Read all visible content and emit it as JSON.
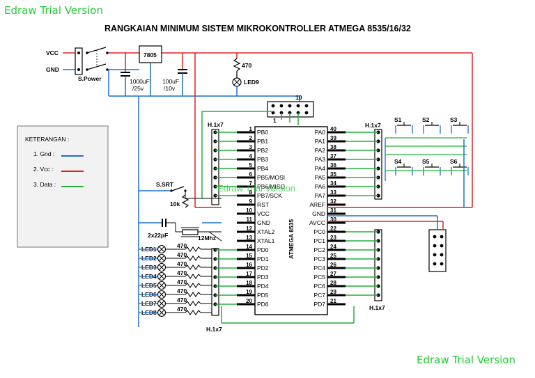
{
  "watermark": {
    "top": "Edraw Trial Version",
    "bottom": "Edraw Trial Version",
    "center": "Edraw Trial Version"
  },
  "title": "RANGKAIAN MINIMUM SISTEM MIKROKONTROLLER ATMEGA 8535/16/32",
  "power": {
    "vcc": "VCC",
    "gnd": "GND",
    "switch": "S.Power",
    "regulator": "7805",
    "cap1": [
      "1000uF",
      "/25v"
    ],
    "cap2": [
      "100uF",
      "/10v"
    ],
    "r_led": "470",
    "led": "LED9"
  },
  "legend": {
    "title": "KETERANGAN :",
    "items": [
      {
        "label": "1. Gnd :",
        "color": "#1a6fd1"
      },
      {
        "label": "2. Vcc :",
        "color": "#e02020"
      },
      {
        "label": "3. Data :",
        "color": "#22b03a"
      }
    ]
  },
  "colors": {
    "gnd": "#1a6fd1",
    "vcc": "#e02020",
    "data": "#22b03a"
  },
  "header": {
    "isp_top": "10",
    "isp_pin": "1",
    "left": "H.1x7",
    "right": "H.1x7",
    "bottom_left": "H.1x7",
    "bottom_right": "H.1x7"
  },
  "reset": {
    "switch": "S.SRT",
    "resistor": "10k"
  },
  "crystal": {
    "caps": "2x22pF",
    "xtal": "12Mhz"
  },
  "chip": {
    "name": "ATMEGA 8535",
    "left_pins": [
      {
        "num": "1",
        "name": "PB0"
      },
      {
        "num": "2",
        "name": "PB1"
      },
      {
        "num": "3",
        "name": "PB2"
      },
      {
        "num": "4",
        "name": "PB3"
      },
      {
        "num": "5",
        "name": "PB4"
      },
      {
        "num": "6",
        "name": "PB5/MOSI"
      },
      {
        "num": "7",
        "name": "PB6/MISO"
      },
      {
        "num": "8",
        "name": "PB7/SCK"
      },
      {
        "num": "9",
        "name": "RST"
      },
      {
        "num": "10",
        "name": "VCC"
      },
      {
        "num": "11",
        "name": "GND"
      },
      {
        "num": "12",
        "name": "XTAL2"
      },
      {
        "num": "13",
        "name": "XTAL1"
      },
      {
        "num": "14",
        "name": "PD0"
      },
      {
        "num": "15",
        "name": "PD1"
      },
      {
        "num": "16",
        "name": "PD2"
      },
      {
        "num": "17",
        "name": "PD3"
      },
      {
        "num": "18",
        "name": "PD4"
      },
      {
        "num": "19",
        "name": "PD5"
      },
      {
        "num": "20",
        "name": "PD6"
      }
    ],
    "right_pins": [
      {
        "num": "40",
        "name": "PA0"
      },
      {
        "num": "39",
        "name": "PA1"
      },
      {
        "num": "38",
        "name": "PA2"
      },
      {
        "num": "37",
        "name": "PA3"
      },
      {
        "num": "36",
        "name": "PA4"
      },
      {
        "num": "35",
        "name": "PA5"
      },
      {
        "num": "34",
        "name": "PA6"
      },
      {
        "num": "33",
        "name": "PA7"
      },
      {
        "num": "32",
        "name": "AREF"
      },
      {
        "num": "31",
        "name": "GND"
      },
      {
        "num": "30",
        "name": "AVCC"
      },
      {
        "num": "22",
        "name": "PC0"
      },
      {
        "num": "23",
        "name": "PC1"
      },
      {
        "num": "24",
        "name": "PC2"
      },
      {
        "num": "25",
        "name": "PC3"
      },
      {
        "num": "26",
        "name": "PC4"
      },
      {
        "num": "27",
        "name": "PC5"
      },
      {
        "num": "28",
        "name": "PC6"
      },
      {
        "num": "29",
        "name": "PC7"
      },
      {
        "num": "21",
        "name": "PD7"
      }
    ]
  },
  "leds": [
    "LED1",
    "LED2",
    "LED3",
    "LED4",
    "LED5",
    "LED6",
    "LED7",
    "LED8"
  ],
  "led_resistor": "470",
  "switches": [
    "S1",
    "S2",
    "S3",
    "S4",
    "S5",
    "S6"
  ]
}
